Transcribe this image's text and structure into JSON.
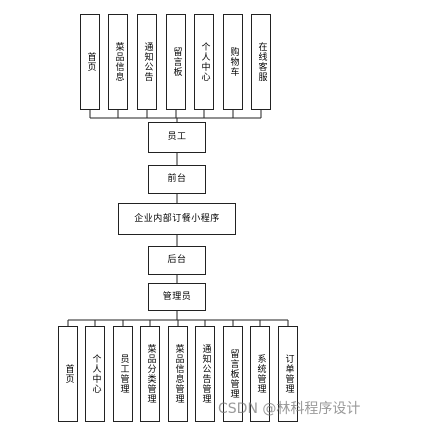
{
  "top_modules": [
    "首页",
    "菜品信息",
    "通知公告",
    "留言板",
    "个人中心",
    "购物车",
    "在线客服"
  ],
  "employee": "员工",
  "frontend": "前台",
  "system": "企业内部订餐小程序",
  "backend": "后台",
  "admin": "管理员",
  "bottom_modules": [
    "首页",
    "个人中心",
    "员工管理",
    "菜品分类管理",
    "菜品信息管理",
    "通知公告管理",
    "留言板管理",
    "系统管理",
    "订单管理"
  ],
  "watermark": "CSDN @林科程序设计"
}
